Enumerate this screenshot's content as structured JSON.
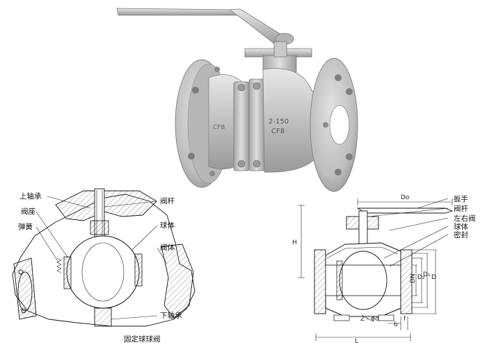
{
  "photo": {
    "valve_body_marking": [
      "2-150",
      "CF8"
    ],
    "flange_marking": "CF8"
  },
  "cutaway": {
    "labels": {
      "upper_bearing": "上轴承",
      "valve_seat": "阀座",
      "spring": "弹簧",
      "stem": "阀杆",
      "ball": "球体",
      "body": "阀体",
      "lower_bearing": "下轴承"
    },
    "caption": "固定球球阀"
  },
  "drawing": {
    "callouts": {
      "handle": "扳手",
      "stem": "阀杆",
      "side_valve": "左右阀",
      "ball": "球体",
      "seal": "密封"
    },
    "dims": {
      "do": "Do",
      "h": "H",
      "dn": "DN",
      "d1": "D₁",
      "d2": "D₂",
      "d": "D",
      "zd": "Z - ϕd",
      "b": "b",
      "f": "f",
      "l": "L"
    }
  }
}
